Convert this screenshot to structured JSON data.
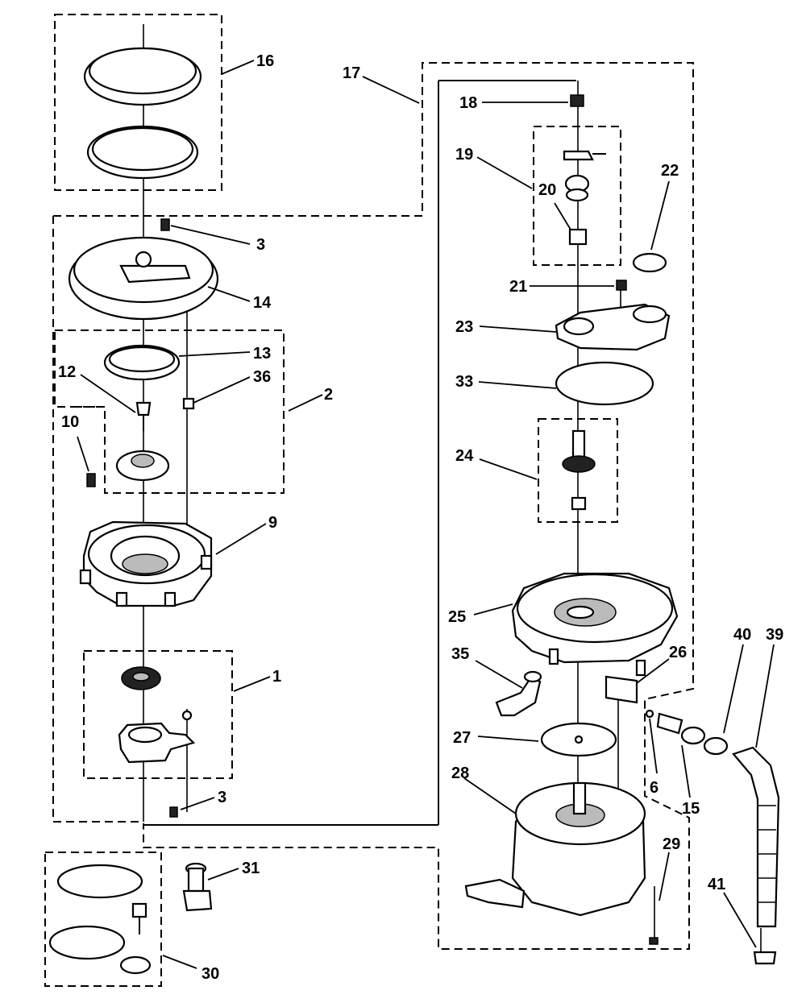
{
  "diagram": {
    "callouts": [
      {
        "id": "c16",
        "text": "16"
      },
      {
        "id": "c17",
        "text": "17"
      },
      {
        "id": "c18",
        "text": "18"
      },
      {
        "id": "c19",
        "text": "19"
      },
      {
        "id": "c20",
        "text": "20"
      },
      {
        "id": "c22",
        "text": "22"
      },
      {
        "id": "c3a",
        "text": "3"
      },
      {
        "id": "c14",
        "text": "14"
      },
      {
        "id": "c21",
        "text": "21"
      },
      {
        "id": "c23",
        "text": "23"
      },
      {
        "id": "c13",
        "text": "13"
      },
      {
        "id": "c12",
        "text": "12"
      },
      {
        "id": "c36",
        "text": "36"
      },
      {
        "id": "c2",
        "text": "2"
      },
      {
        "id": "c33",
        "text": "33"
      },
      {
        "id": "c10",
        "text": "10"
      },
      {
        "id": "c24",
        "text": "24"
      },
      {
        "id": "c9",
        "text": "9"
      },
      {
        "id": "c25",
        "text": "25"
      },
      {
        "id": "c40",
        "text": "40"
      },
      {
        "id": "c39",
        "text": "39"
      },
      {
        "id": "c35",
        "text": "35"
      },
      {
        "id": "c26",
        "text": "26"
      },
      {
        "id": "c1",
        "text": "1"
      },
      {
        "id": "c27",
        "text": "27"
      },
      {
        "id": "c6",
        "text": "6"
      },
      {
        "id": "c15",
        "text": "15"
      },
      {
        "id": "c28",
        "text": "28"
      },
      {
        "id": "c3b",
        "text": "3"
      },
      {
        "id": "c29",
        "text": "29"
      },
      {
        "id": "c31",
        "text": "31"
      },
      {
        "id": "c41",
        "text": "41"
      },
      {
        "id": "c30",
        "text": "30"
      }
    ]
  }
}
